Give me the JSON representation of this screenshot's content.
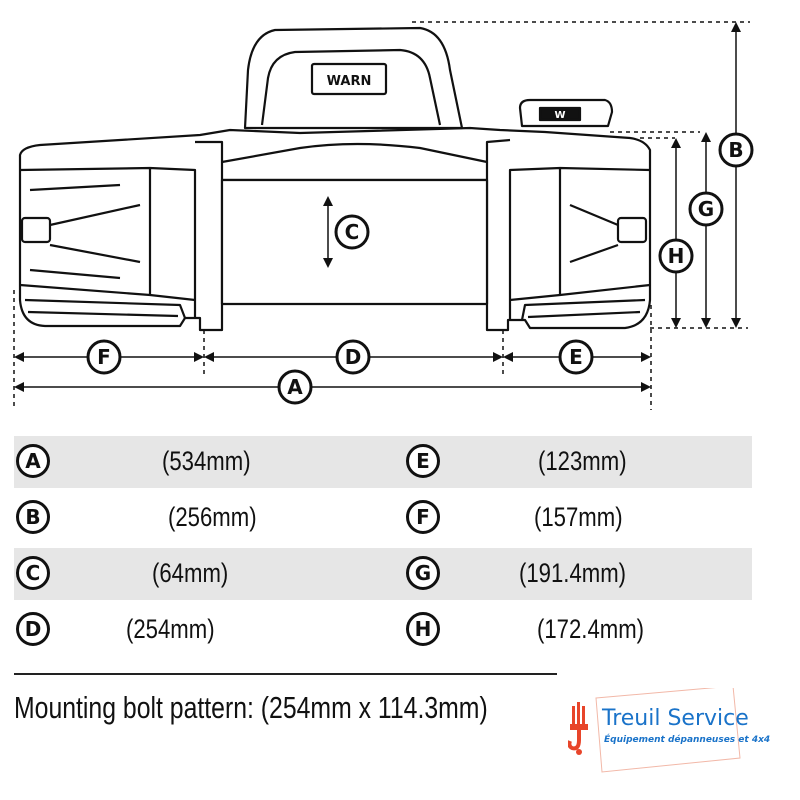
{
  "diagram": {
    "brand": "WARN",
    "winch_logo": "W",
    "labels": {
      "A": "A",
      "B": "B",
      "C": "C",
      "D": "D",
      "E": "E",
      "F": "F",
      "G": "G",
      "H": "H"
    }
  },
  "specs": [
    {
      "left_letter": "A",
      "left_value": "(534mm)",
      "right_letter": "E",
      "right_value": "(123mm)"
    },
    {
      "left_letter": "B",
      "left_value": "(256mm)",
      "right_letter": "F",
      "right_value": "(157mm)"
    },
    {
      "left_letter": "C",
      "left_value": "(64mm)",
      "right_letter": "G",
      "right_value": "(191.4mm)"
    },
    {
      "left_letter": "D",
      "left_value": "(254mm)",
      "right_letter": "H",
      "right_value": "(172.4mm)"
    }
  ],
  "bolt_pattern": "Mounting bolt pattern:  (254mm x 114.3mm)",
  "logo": {
    "title": "Treuil Service",
    "subtitle": "Équipement dépanneuses et 4x4",
    "accent": "#1a73c9",
    "hook_color": "#e8452a"
  },
  "colors": {
    "row_shade": "#e6e6e6",
    "line": "#111111"
  }
}
